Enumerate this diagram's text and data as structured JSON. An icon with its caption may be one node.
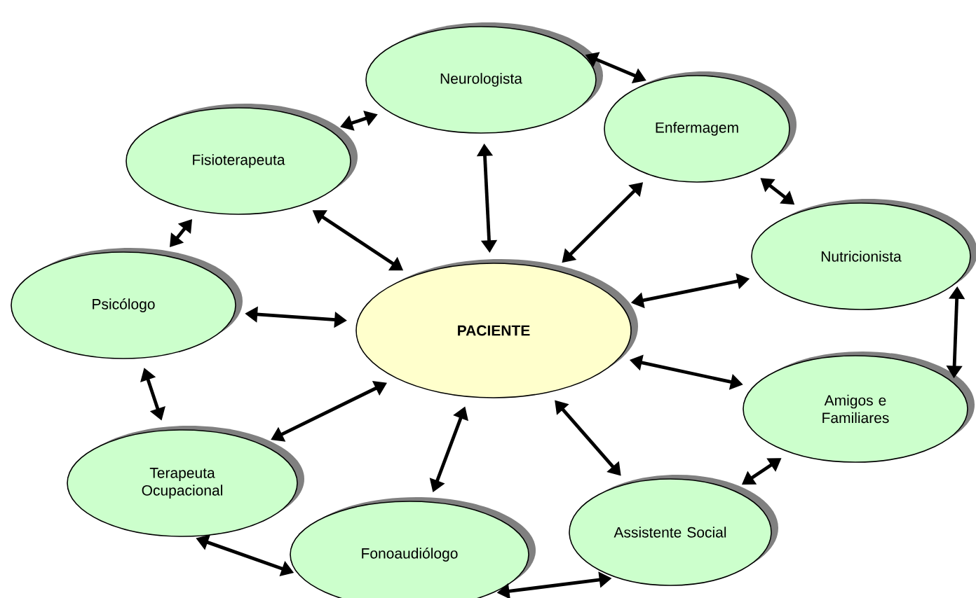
{
  "diagram": {
    "nodes": [
      {
        "text": [
          "Neurologista"
        ]
      },
      {
        "text": [
          "Enfermagem"
        ]
      },
      {
        "text": [
          "Fisioterapeuta"
        ]
      },
      {
        "text": [
          "Nutricionista"
        ]
      },
      {
        "text": [
          "Psicólogo"
        ]
      },
      {
        "text": [
          "PACIENTE"
        ]
      },
      {
        "text": [
          "Amigos e Familiares"
        ]
      },
      {
        "text": [
          "Terapeuta Ocupacional"
        ]
      },
      {
        "text": [
          "Assistente Social"
        ]
      },
      {
        "text": [
          "Fonoaudiólogo"
        ]
      }
    ],
    "edges": [
      {
        "from": 0,
        "to": 1,
        "arrow": "both"
      },
      {
        "from": 1,
        "to": 3,
        "arrow": "both"
      },
      {
        "from": 3,
        "to": 6,
        "arrow": "both"
      },
      {
        "from": 6,
        "to": 8,
        "arrow": "both"
      },
      {
        "from": 8,
        "to": 9,
        "arrow": "both"
      },
      {
        "from": 9,
        "to": 7,
        "arrow": "both"
      },
      {
        "from": 7,
        "to": 4,
        "arrow": "both"
      },
      {
        "from": 4,
        "to": 2,
        "arrow": "both"
      },
      {
        "from": 2,
        "to": 0,
        "arrow": "both"
      },
      {
        "from": 5,
        "to": 0,
        "arrow": "both"
      },
      {
        "from": 5,
        "to": 1,
        "arrow": "both"
      },
      {
        "from": 5,
        "to": 3,
        "arrow": "both"
      },
      {
        "from": 5,
        "to": 6,
        "arrow": "both"
      },
      {
        "from": 5,
        "to": 8,
        "arrow": "both"
      },
      {
        "from": 5,
        "to": 9,
        "arrow": "both"
      },
      {
        "from": 5,
        "to": 7,
        "arrow": "both"
      },
      {
        "from": 5,
        "to": 4,
        "arrow": "both"
      },
      {
        "from": 5,
        "to": 2,
        "arrow": "both"
      }
    ]
  }
}
